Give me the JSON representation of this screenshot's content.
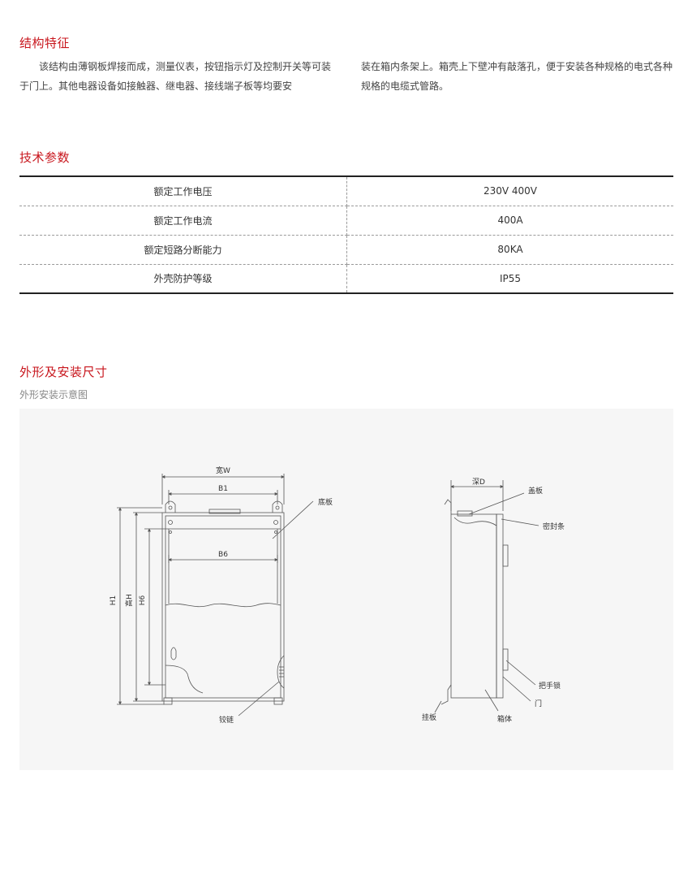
{
  "structure": {
    "title": "结构特征",
    "paragraph_left": "该结构由薄钢板焊接而成，测量仪表，按钮指示灯及控制开关等可装于门上。其他电器设备如接触器、继电器、接线端子板等均要安",
    "paragraph_right": "装在箱内条架上。箱壳上下壁冲有敲落孔，便于安装各种规格的电式各种规格的电缆式管路。"
  },
  "specs": {
    "title": "技术参数",
    "rows": [
      {
        "name": "额定工作电压",
        "value": "230V 400V"
      },
      {
        "name": "额定工作电流",
        "value": "400A"
      },
      {
        "name": "额定短路分断能力",
        "value": "80KA"
      },
      {
        "name": "外壳防护等级",
        "value": "IP55"
      }
    ]
  },
  "dimensions": {
    "title": "外形及安装尺寸",
    "subtitle": "外形安装示意图",
    "labels": {
      "width": "宽W",
      "b1": "B1",
      "b6": "B6",
      "h1": "H1",
      "height": "高H",
      "h6": "H6",
      "bottom_plate": "底板",
      "hinge": "铰链",
      "depth": "深D",
      "cover": "盖板",
      "seal": "密封条",
      "handle_lock": "把手锁",
      "door": "门",
      "hanger": "挂板",
      "box_body": "箱体"
    }
  },
  "colors": {
    "accent": "#c8161d",
    "rule": "#222222",
    "diagram_bg": "#f6f6f6"
  }
}
